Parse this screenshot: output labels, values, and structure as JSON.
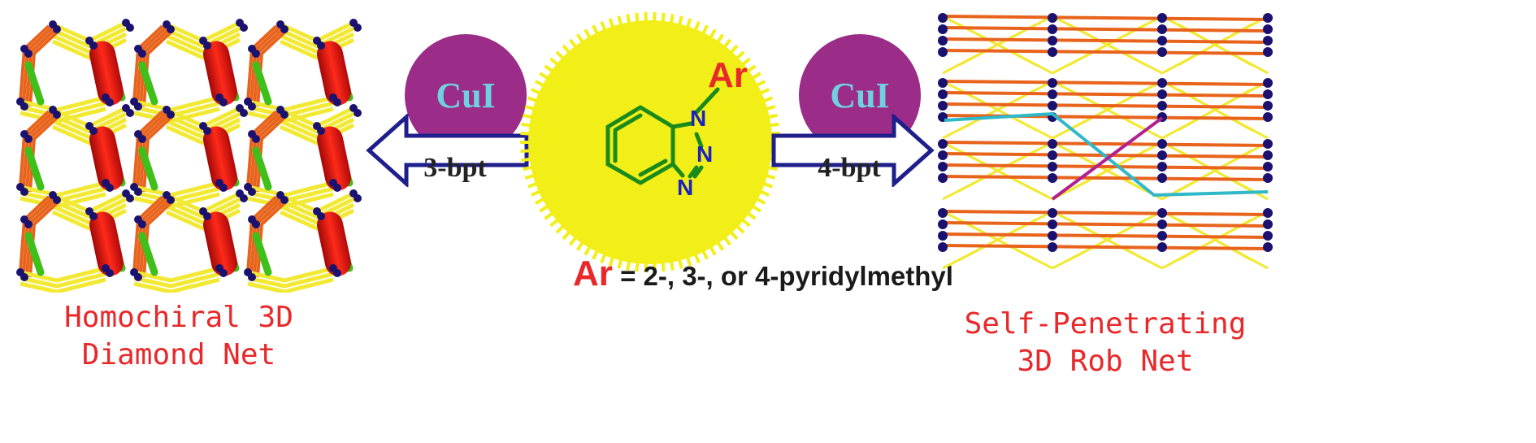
{
  "left_network": {
    "caption_line1": "Homochiral 3D",
    "caption_line2": "Diamond Net"
  },
  "right_network": {
    "caption_line1": "Self-Penetrating",
    "caption_line2": "3D Rob Net"
  },
  "left_reagent": {
    "label": "CuI",
    "ligand_label": "3-bpt"
  },
  "right_reagent": {
    "label": "CuI",
    "ligand_label": "4-bpt"
  },
  "molecule": {
    "substituent": "Ar",
    "n1": "N",
    "n2": "N",
    "n3": "N",
    "definition_symbol": "Ar",
    "definition_text": " = 2-, 3-, or 4-pyridylmethyl"
  },
  "colors": {
    "caption": "#e8282a",
    "reagent_circle": "#9b2c87",
    "reagent_text": "#6fd0e0",
    "sun": "#f2ef18",
    "bond": "#1a8a1a",
    "nitrogen": "#1a22c0",
    "arrow": "#1f1f8c",
    "node": "#1b1270",
    "rod_yellow": "#f2e934",
    "rod_orange": "#e8641c",
    "rod_green": "#3fbf1a",
    "cylinder_red": "#e0100e",
    "rob_cyan": "#2fb8c8",
    "rob_magenta": "#b0208e"
  }
}
